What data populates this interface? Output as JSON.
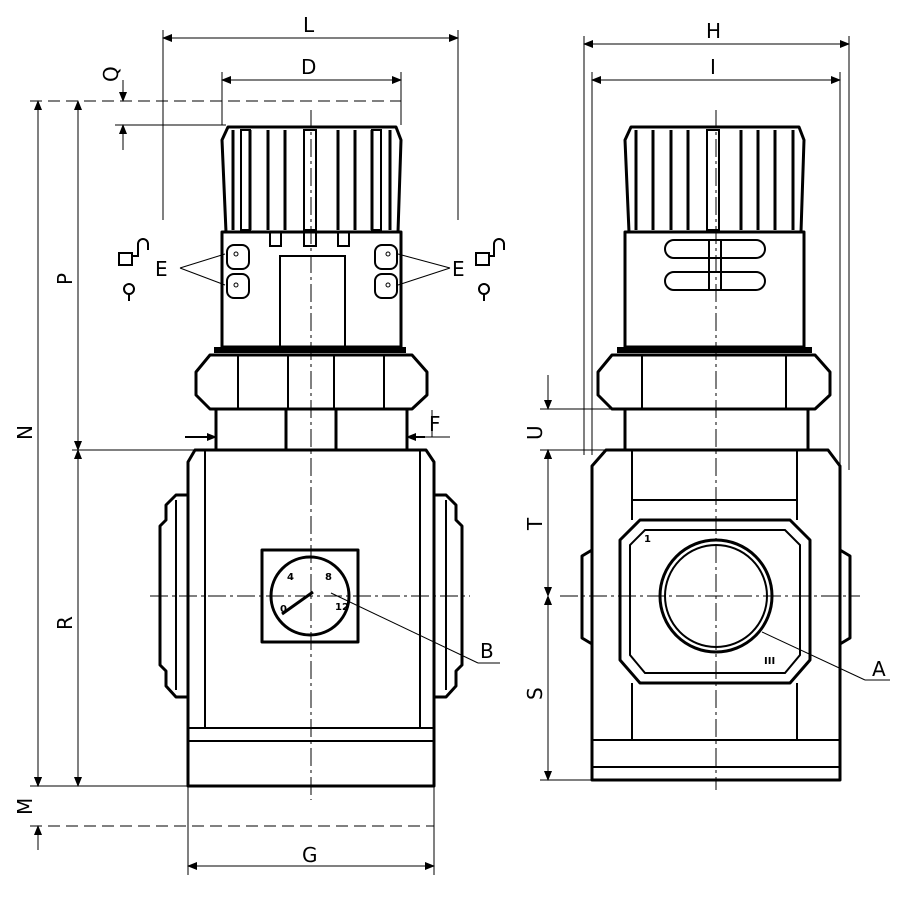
{
  "dimensions": {
    "L": "L",
    "D": "D",
    "Q": "Q",
    "P": "P",
    "N": "N",
    "R": "R",
    "M": "M",
    "G": "G",
    "F": "F",
    "E_left": "E",
    "E_right": "E",
    "B": "B",
    "H": "H",
    "I": "I",
    "U": "U",
    "T": "T",
    "S": "S",
    "A": "A"
  },
  "gauge": {
    "ticks": [
      "4",
      "8",
      "0",
      "12"
    ]
  },
  "port": {
    "in": "1",
    "out": "III"
  }
}
